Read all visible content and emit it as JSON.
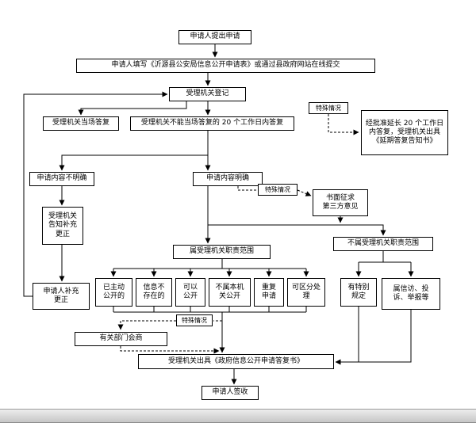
{
  "colors": {
    "line": "#000000",
    "box_background": "#ffffff",
    "scrollbar": "#c6c6c6"
  },
  "diagram": {
    "nodes": {
      "start": "申请人提出申请",
      "fill_form": "申请人填写《沂源县公安局信息公开申请表》或通过县政府网站在线提交",
      "register": "受理机关登记",
      "onsite_reply": "受理机关当场答复",
      "reply_20days": "受理机关不能当场答复的 20 个工作日内答复",
      "special_case_1": "特殊情况",
      "extension": "经批准延长 20 个工作日\n内答复，受理机关出具\n《延期答复告知书》",
      "unclear": "申请内容不明确",
      "notify_supplement": "受理机关\n告知补充\n更正",
      "applicant_supplement": "申请人补充\n更正",
      "clear": "申请内容明确",
      "special_case_2": "特殊情况",
      "third_party": "书面征求\n第三方意见",
      "in_scope": "属受理机关职责范围",
      "out_scope": "不属受理机关职责范围",
      "already_public": "已主动\n公开的",
      "not_exist": "信息不\n存在的",
      "can_public": "可以\n公开",
      "not_this_org": "不属本机\n关公开",
      "repeat": "重复\n申请",
      "separable": "可区分处\n理",
      "special_rule": "有特别\n规定",
      "petition": "属信访、投\n诉、举报等",
      "special_case_3": "特殊情况",
      "consult": "有关部门会商",
      "reply_doc": "受理机关出具《政府信息公开申请答复书》",
      "sign": "申请人签收"
    }
  }
}
